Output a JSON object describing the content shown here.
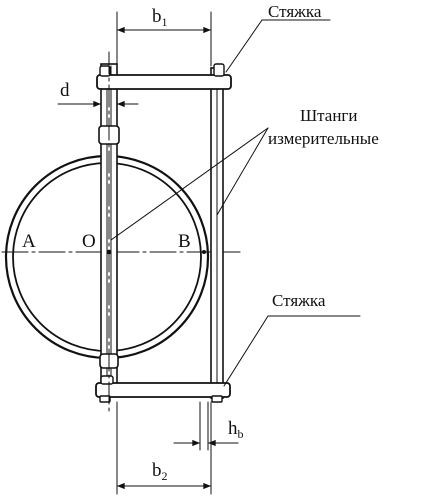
{
  "labels": {
    "tie_top": "Стяжка",
    "tie_bottom": "Стяжка",
    "rods_line1": "Штанги",
    "rods_line2": "измерительные",
    "point_a": "A",
    "point_o": "O",
    "point_b": "B",
    "dim_d": "d",
    "dim_b1_main": "b",
    "dim_b1_sub": "1",
    "dim_b2_main": "b",
    "dim_b2_sub": "2",
    "dim_hb_main": "h",
    "dim_hb_sub": "b"
  }
}
